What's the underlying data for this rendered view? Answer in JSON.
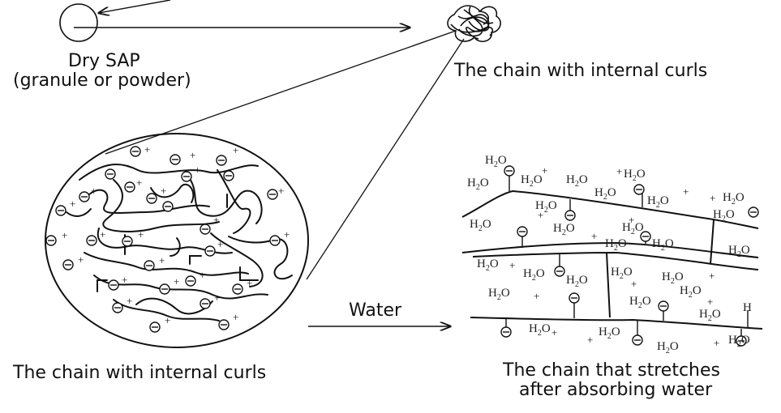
{
  "labels": {
    "dry_sap_line1": "Dry SAP",
    "dry_sap_line2": "(granule or powder)",
    "curled_chain_top": "The chain with internal curls",
    "curled_chain_bottom": "The chain with internal curls",
    "water": "Water",
    "stretched_line1": "The chain that stretches",
    "stretched_line2": "after absorbing water"
  },
  "molecule_text": "H2O",
  "ion_plus": "+",
  "ion_minus": "⊖",
  "h_label": "H",
  "colors": {
    "ink": "#111111",
    "background": "#ffffff"
  }
}
